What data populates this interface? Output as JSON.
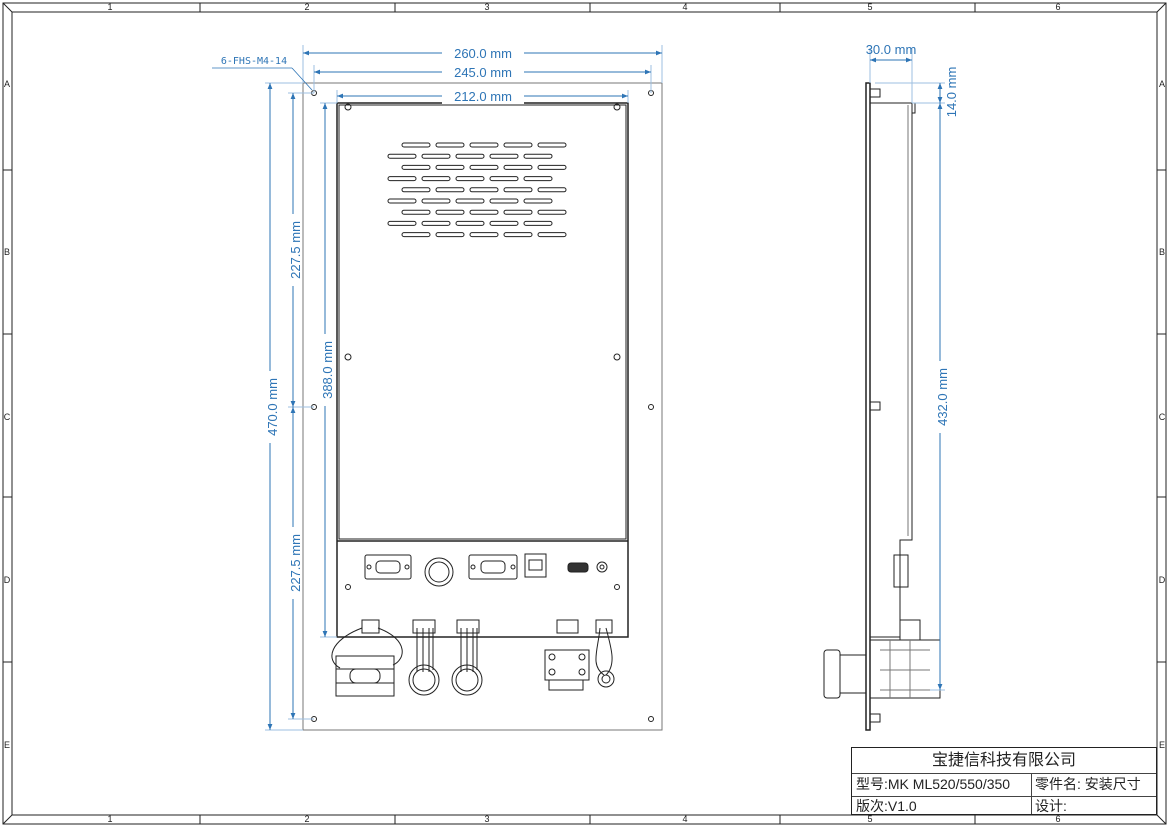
{
  "border": {
    "columns": [
      "1",
      "2",
      "3",
      "4",
      "5",
      "6"
    ],
    "rows": [
      "A",
      "B",
      "C",
      "D",
      "E"
    ]
  },
  "front_view": {
    "callout": "6-FHS-M4-14",
    "dims": {
      "overall_width": "260.0 mm",
      "hole_spacing_width": "245.0 mm",
      "screen_width": "212.0 mm",
      "overall_height": "470.0 mm",
      "hole_spacing_upper": "227.5 mm",
      "hole_spacing_lower": "227.5 mm",
      "screen_height": "388.0 mm"
    }
  },
  "side_view": {
    "dims": {
      "depth": "30.0 mm",
      "top_offset": "14.0 mm",
      "body_height": "432.0 mm"
    }
  },
  "title_block": {
    "company": "宝捷信科技有限公司",
    "model_label": "型号:",
    "model_value": "MK ML520/550/350",
    "part_label": "零件名:",
    "part_value": "安装尺寸",
    "version_label": "版次:",
    "version_value": "V1.0",
    "designer_label": "设计:",
    "designer_value": ""
  },
  "colors": {
    "dimension": "#2e75b6",
    "line": "#222222"
  }
}
